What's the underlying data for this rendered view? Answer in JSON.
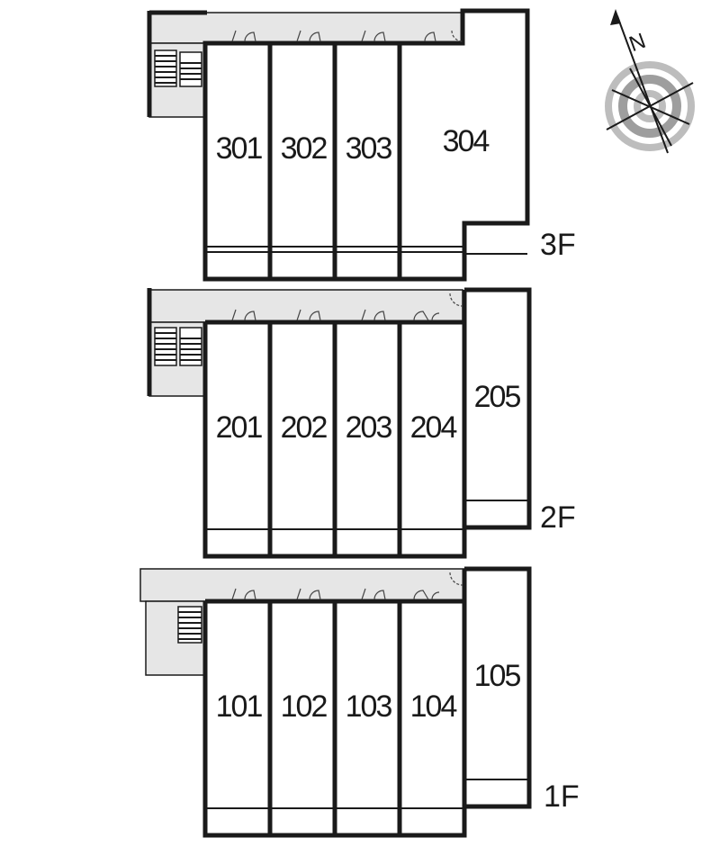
{
  "floors": [
    {
      "label": "3F",
      "units": [
        "301",
        "302",
        "303",
        "304"
      ]
    },
    {
      "label": "2F",
      "units": [
        "201",
        "202",
        "203",
        "204",
        "205"
      ]
    },
    {
      "label": "1F",
      "units": [
        "101",
        "102",
        "103",
        "104",
        "105"
      ]
    }
  ],
  "compass": {
    "north_label": "N"
  }
}
